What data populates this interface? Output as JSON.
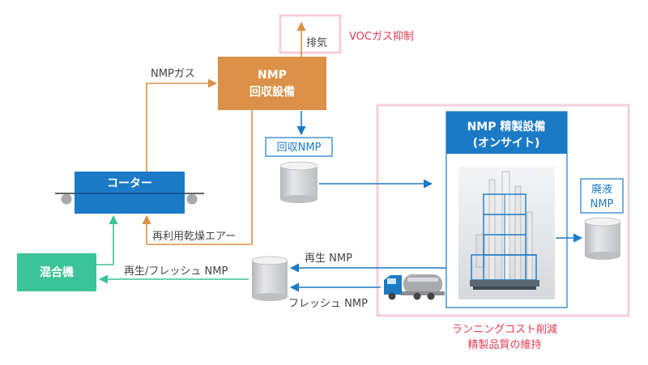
{
  "recovery_unit": {
    "line1": "NMP",
    "line2": "回収設備"
  },
  "exhaust_label": "排気",
  "voc_label": "VOCガス抑制",
  "nmp_gas_label": "NMPガス",
  "recovered_nmp_label": "回収NMP",
  "coater_label": "コーター",
  "drying_air_label": "再利用乾燥エアー",
  "mixer_label": "混合機",
  "to_mixer_label": "再生/フレッシュ NMP",
  "regen_label": "再生 NMP",
  "fresh_label": "フレッシュ NMP",
  "refining_unit": {
    "line1": "NMP 精製設備",
    "line2": "(オンサイト)"
  },
  "waste": {
    "line1": "廃液",
    "line2": "NMP"
  },
  "benefit_lines": [
    "ランニングコスト削減",
    "精製品質の維持"
  ],
  "colors": {
    "orange": "#DB9148",
    "blue": "#1B7AC6",
    "green": "#3DC398",
    "pink": "#F6CFD8",
    "red_text": "#E23A52",
    "gray": "#C6C8CA"
  }
}
